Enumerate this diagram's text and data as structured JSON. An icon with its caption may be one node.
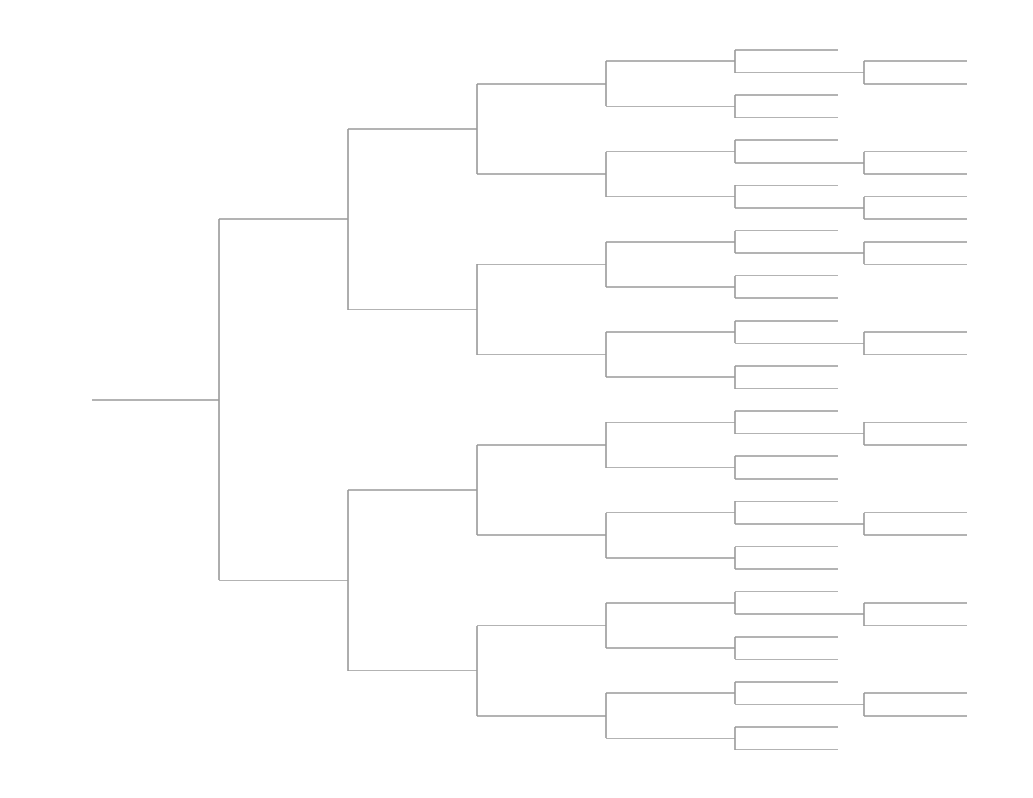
{
  "diagram": {
    "nodes": [
      {
        "text": [],
        "shape": "line"
      },
      {
        "text": [],
        "shape": "line"
      },
      {
        "text": [],
        "shape": "line"
      },
      {
        "text": [],
        "shape": "line"
      },
      {
        "text": [],
        "shape": "line"
      },
      {
        "text": [],
        "shape": "line"
      },
      {
        "text": [],
        "shape": "line"
      },
      {
        "text": [],
        "shape": "line"
      },
      {
        "text": [],
        "shape": "line"
      },
      {
        "text": [],
        "shape": "line"
      },
      {
        "text": [],
        "shape": "line"
      },
      {
        "text": [],
        "shape": "line"
      },
      {
        "text": [],
        "shape": "line"
      },
      {
        "text": [],
        "shape": "line"
      },
      {
        "text": [],
        "shape": "line"
      },
      {
        "text": [],
        "shape": "line"
      },
      {
        "text": [],
        "shape": "line"
      },
      {
        "text": [],
        "shape": "line"
      },
      {
        "text": [],
        "shape": "line"
      },
      {
        "text": [],
        "shape": "line"
      },
      {
        "text": [],
        "shape": "line"
      },
      {
        "text": [],
        "shape": "line"
      },
      {
        "text": [],
        "shape": "line"
      },
      {
        "text": [],
        "shape": "line"
      },
      {
        "text": [],
        "shape": "line"
      },
      {
        "text": [],
        "shape": "line"
      },
      {
        "text": [],
        "shape": "line"
      },
      {
        "text": [],
        "shape": "line"
      },
      {
        "text": [],
        "shape": "line"
      },
      {
        "text": [],
        "shape": "line"
      },
      {
        "text": [],
        "shape": "line"
      },
      {
        "text": [],
        "shape": "line"
      },
      {
        "text": [],
        "shape": "line"
      },
      {
        "text": [],
        "shape": "line"
      },
      {
        "text": [],
        "shape": "line"
      },
      {
        "text": [],
        "shape": "line"
      },
      {
        "text": [],
        "shape": "line"
      },
      {
        "text": [],
        "shape": "line"
      },
      {
        "text": [],
        "shape": "line"
      },
      {
        "text": [],
        "shape": "line"
      },
      {
        "text": [],
        "shape": "line"
      },
      {
        "text": [],
        "shape": "line"
      },
      {
        "text": [],
        "shape": "line"
      },
      {
        "text": [],
        "shape": "line"
      },
      {
        "text": [],
        "shape": "line"
      },
      {
        "text": [],
        "shape": "line"
      },
      {
        "text": [],
        "shape": "line"
      },
      {
        "text": [],
        "shape": "line"
      },
      {
        "text": [],
        "shape": "line"
      },
      {
        "text": [],
        "shape": "line"
      },
      {
        "text": [],
        "shape": "line"
      },
      {
        "text": [],
        "shape": "line"
      },
      {
        "text": [],
        "shape": "line"
      },
      {
        "text": [],
        "shape": "line"
      },
      {
        "text": [],
        "shape": "line"
      },
      {
        "text": [],
        "shape": "line"
      },
      {
        "text": [],
        "shape": "line"
      },
      {
        "text": [],
        "shape": "line"
      },
      {
        "text": [],
        "shape": "line"
      },
      {
        "text": [],
        "shape": "line"
      },
      {
        "text": [],
        "shape": "line"
      },
      {
        "text": [],
        "shape": "line"
      },
      {
        "text": [],
        "shape": "line"
      },
      {
        "text": [],
        "shape": "line"
      },
      {
        "text": [],
        "shape": "line"
      },
      {
        "text": [],
        "shape": "line"
      },
      {
        "text": [],
        "shape": "line"
      },
      {
        "text": [],
        "shape": "line"
      },
      {
        "text": [],
        "shape": "line"
      },
      {
        "text": [],
        "shape": "line"
      },
      {
        "text": [],
        "shape": "line"
      },
      {
        "text": [],
        "shape": "line"
      },
      {
        "text": [],
        "shape": "line"
      },
      {
        "text": [],
        "shape": "line"
      },
      {
        "text": [],
        "shape": "line"
      },
      {
        "text": [],
        "shape": "line"
      },
      {
        "text": [],
        "shape": "line"
      },
      {
        "text": [],
        "shape": "line"
      },
      {
        "text": [],
        "shape": "line"
      },
      {
        "text": [],
        "shape": "line"
      },
      {
        "text": [],
        "shape": "line"
      }
    ],
    "edges": [
      {
        "from": 0,
        "to": 1,
        "arrow": "none"
      },
      {
        "from": 0,
        "to": 2,
        "arrow": "none"
      },
      {
        "from": 1,
        "to": 3,
        "arrow": "none"
      },
      {
        "from": 1,
        "to": 4,
        "arrow": "none"
      },
      {
        "from": 2,
        "to": 5,
        "arrow": "none"
      },
      {
        "from": 2,
        "to": 6,
        "arrow": "none"
      },
      {
        "from": 3,
        "to": 7,
        "arrow": "none"
      },
      {
        "from": 3,
        "to": 8,
        "arrow": "none"
      },
      {
        "from": 4,
        "to": 9,
        "arrow": "none"
      },
      {
        "from": 4,
        "to": 10,
        "arrow": "none"
      },
      {
        "from": 5,
        "to": 11,
        "arrow": "none"
      },
      {
        "from": 5,
        "to": 12,
        "arrow": "none"
      },
      {
        "from": 6,
        "to": 13,
        "arrow": "none"
      },
      {
        "from": 6,
        "to": 14,
        "arrow": "none"
      },
      {
        "from": 7,
        "to": 15,
        "arrow": "none"
      },
      {
        "from": 7,
        "to": 16,
        "arrow": "none"
      },
      {
        "from": 8,
        "to": 17,
        "arrow": "none"
      },
      {
        "from": 8,
        "to": 18,
        "arrow": "none"
      },
      {
        "from": 9,
        "to": 19,
        "arrow": "none"
      },
      {
        "from": 9,
        "to": 20,
        "arrow": "none"
      },
      {
        "from": 10,
        "to": 21,
        "arrow": "none"
      },
      {
        "from": 10,
        "to": 22,
        "arrow": "none"
      },
      {
        "from": 11,
        "to": 23,
        "arrow": "none"
      },
      {
        "from": 11,
        "to": 24,
        "arrow": "none"
      },
      {
        "from": 12,
        "to": 25,
        "arrow": "none"
      },
      {
        "from": 12,
        "to": 26,
        "arrow": "none"
      },
      {
        "from": 13,
        "to": 27,
        "arrow": "none"
      },
      {
        "from": 13,
        "to": 28,
        "arrow": "none"
      },
      {
        "from": 14,
        "to": 29,
        "arrow": "none"
      },
      {
        "from": 14,
        "to": 30,
        "arrow": "none"
      },
      {
        "from": 15,
        "to": 31,
        "arrow": "none"
      },
      {
        "from": 15,
        "to": 32,
        "arrow": "none"
      },
      {
        "from": 16,
        "to": 33,
        "arrow": "none"
      },
      {
        "from": 16,
        "to": 34,
        "arrow": "none"
      },
      {
        "from": 17,
        "to": 35,
        "arrow": "none"
      },
      {
        "from": 17,
        "to": 36,
        "arrow": "none"
      },
      {
        "from": 18,
        "to": 37,
        "arrow": "none"
      },
      {
        "from": 18,
        "to": 38,
        "arrow": "none"
      },
      {
        "from": 19,
        "to": 39,
        "arrow": "none"
      },
      {
        "from": 19,
        "to": 40,
        "arrow": "none"
      },
      {
        "from": 20,
        "to": 41,
        "arrow": "none"
      },
      {
        "from": 20,
        "to": 42,
        "arrow": "none"
      },
      {
        "from": 21,
        "to": 43,
        "arrow": "none"
      },
      {
        "from": 21,
        "to": 44,
        "arrow": "none"
      },
      {
        "from": 22,
        "to": 45,
        "arrow": "none"
      },
      {
        "from": 22,
        "to": 46,
        "arrow": "none"
      },
      {
        "from": 23,
        "to": 47,
        "arrow": "none"
      },
      {
        "from": 23,
        "to": 48,
        "arrow": "none"
      },
      {
        "from": 24,
        "to": 49,
        "arrow": "none"
      },
      {
        "from": 24,
        "to": 50,
        "arrow": "none"
      },
      {
        "from": 25,
        "to": 51,
        "arrow": "none"
      },
      {
        "from": 25,
        "to": 52,
        "arrow": "none"
      },
      {
        "from": 26,
        "to": 53,
        "arrow": "none"
      },
      {
        "from": 26,
        "to": 54,
        "arrow": "none"
      },
      {
        "from": 27,
        "to": 55,
        "arrow": "none"
      },
      {
        "from": 27,
        "to": 56,
        "arrow": "none"
      },
      {
        "from": 28,
        "to": 57,
        "arrow": "none"
      },
      {
        "from": 28,
        "to": 58,
        "arrow": "none"
      },
      {
        "from": 29,
        "to": 59,
        "arrow": "none"
      },
      {
        "from": 29,
        "to": 60,
        "arrow": "none"
      },
      {
        "from": 30,
        "to": 61,
        "arrow": "none"
      },
      {
        "from": 30,
        "to": 62,
        "arrow": "none"
      },
      {
        "from": 32,
        "to": 63,
        "arrow": "none"
      },
      {
        "from": 32,
        "to": 64,
        "arrow": "none"
      },
      {
        "from": 36,
        "to": 65,
        "arrow": "none"
      },
      {
        "from": 36,
        "to": 66,
        "arrow": "none"
      },
      {
        "from": 38,
        "to": 67,
        "arrow": "none"
      },
      {
        "from": 38,
        "to": 68,
        "arrow": "none"
      },
      {
        "from": 40,
        "to": 69,
        "arrow": "none"
      },
      {
        "from": 40,
        "to": 70,
        "arrow": "none"
      },
      {
        "from": 44,
        "to": 71,
        "arrow": "none"
      },
      {
        "from": 44,
        "to": 72,
        "arrow": "none"
      },
      {
        "from": 48,
        "to": 73,
        "arrow": "none"
      },
      {
        "from": 48,
        "to": 74,
        "arrow": "none"
      },
      {
        "from": 52,
        "to": 75,
        "arrow": "none"
      },
      {
        "from": 52,
        "to": 76,
        "arrow": "none"
      },
      {
        "from": 56,
        "to": 77,
        "arrow": "none"
      },
      {
        "from": 56,
        "to": 78,
        "arrow": "none"
      },
      {
        "from": 60,
        "to": 79,
        "arrow": "none"
      },
      {
        "from": 60,
        "to": 80,
        "arrow": "none"
      }
    ]
  }
}
